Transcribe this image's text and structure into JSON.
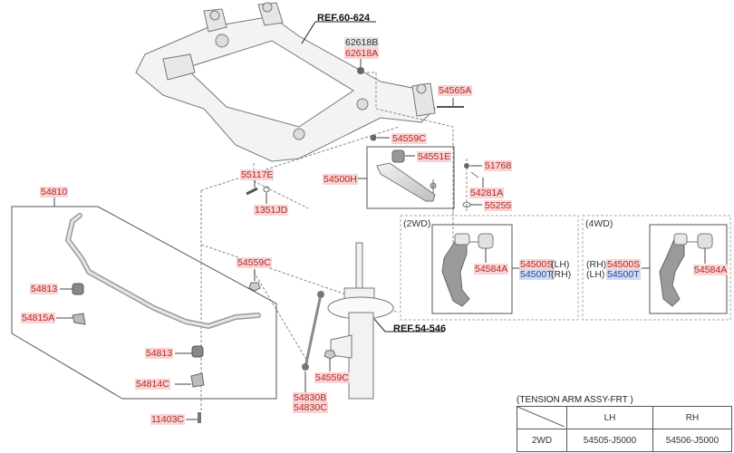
{
  "diagram": {
    "title": "Front Suspension Crossmember / Stabilizer / Arm Assembly",
    "refs": {
      "crossmember": "REF.60-624",
      "strut": "REF.54-546"
    },
    "labels": {
      "p62618B": "62618B",
      "p62618A": "62618A",
      "p54565A": "54565A",
      "p54559C_top": "54559C",
      "p54551E": "54551E",
      "p54500H": "54500H",
      "p51768": "51768",
      "p54281A": "54281A",
      "p55255": "55255",
      "p55117E": "55117E",
      "p1351JD": "1351JD",
      "p54810": "54810",
      "p54813_top": "54813",
      "p54815A": "54815A",
      "p54559C_mid": "54559C",
      "p54813_bot": "54813",
      "p54814C": "54814C",
      "p11403C": "11403C",
      "p54830B": "54830B",
      "p54830C": "54830C",
      "p54559C_strut": "54559C",
      "p54584A_2wd": "54584A",
      "p54500S_2wd": "54500S",
      "p54500T_2wd": "54500T",
      "p54584A_4wd": "54584A",
      "p54500S_4wd": "54500S",
      "p54500T_4wd": "54500T"
    },
    "sides": {
      "lh": "(LH)",
      "rh": "(RH)"
    },
    "groups": {
      "two_wd": "(2WD)",
      "four_wd": "(4WD)"
    }
  },
  "tension_table": {
    "title": "(TENSION ARM ASSY-FRT )",
    "headers": [
      "",
      "LH",
      "RH"
    ],
    "rows": [
      {
        "drive": "2WD",
        "lh": "54505-J5000",
        "rh": "54506-J5000"
      }
    ]
  },
  "colors": {
    "label_red_bg": "#f9d3d3",
    "label_red_text": "#b02a2a",
    "label_blue_bg": "#cfdcf3",
    "label_gray_bg": "#e4e4e4"
  }
}
